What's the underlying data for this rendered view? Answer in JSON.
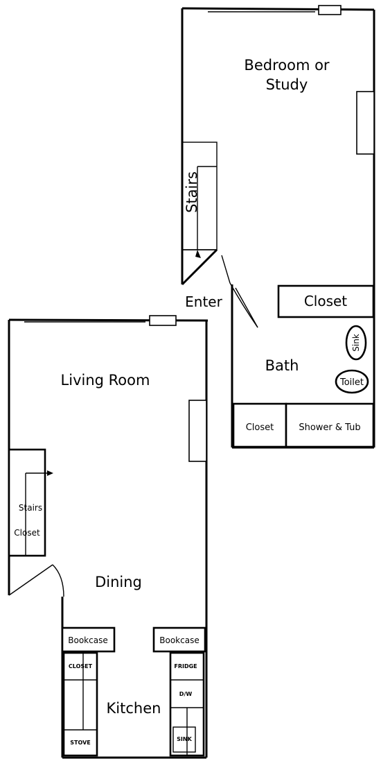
{
  "upper_floor": {
    "bedroom": [
      "Bedroom or",
      "Study"
    ],
    "stairs": "Stairs",
    "enter": "Enter",
    "closet": "Closet",
    "bath": "Bath",
    "sink": "Sink",
    "toilet": "Toilet",
    "bath_closet": "Closet",
    "shower_tub": "Shower & Tub"
  },
  "lower_floor": {
    "living_room": "Living Room",
    "stairs": "Stairs",
    "closet": "Closet",
    "dining": "Dining",
    "bookcase_left": "Bookcase",
    "bookcase_right": "Bookcase",
    "kitchen": "Kitchen",
    "kitchen_closet": "CLOSET",
    "stove": "STOVE",
    "fridge": "FRIDGE",
    "dw": "D/W",
    "kitchen_sink": "SINK"
  }
}
